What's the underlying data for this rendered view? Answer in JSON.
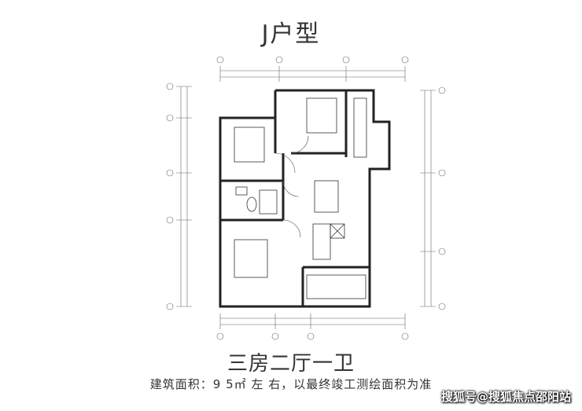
{
  "header": {
    "title": "J户型"
  },
  "footer": {
    "layout_name": "三房二厅一卫",
    "area_note": "建筑面积：9 5㎡ 左 右，以最终竣工测绘面积为准"
  },
  "watermark": {
    "text": "搜狐号@搜狐焦点邵阳站"
  },
  "colors": {
    "wall": "#222222",
    "dim": "#666666",
    "text": "#333333"
  },
  "icons": {
    "plan": "floor-plan"
  }
}
